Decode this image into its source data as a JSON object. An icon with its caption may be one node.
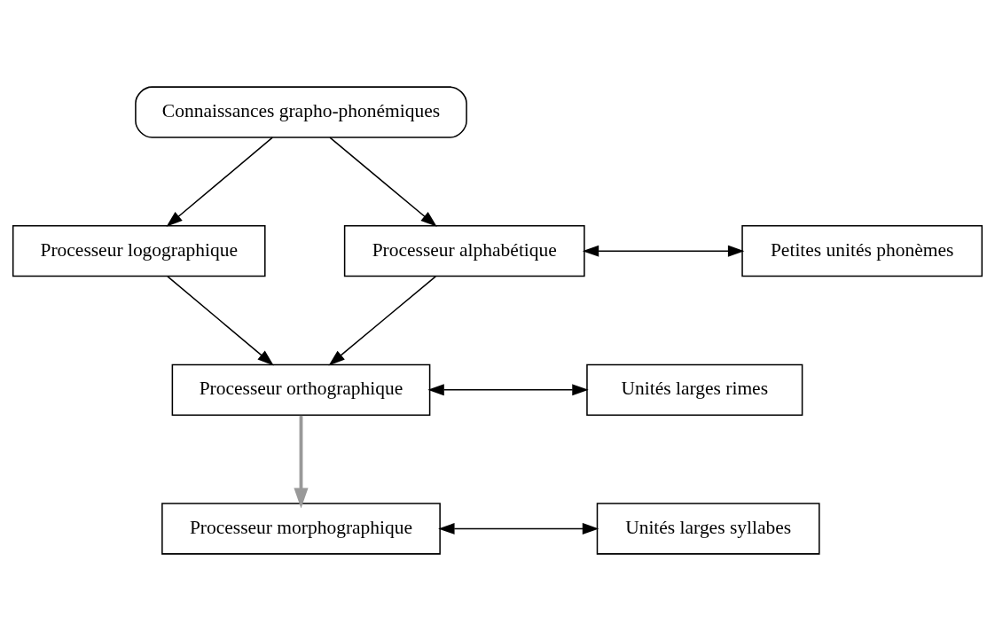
{
  "diagram": {
    "nodes": [
      {
        "text": [
          "Connaissances grapho-phonémiques"
        ]
      },
      {
        "text": [
          "Processeur logographique"
        ]
      },
      {
        "text": [
          "Processeur alphabétique"
        ]
      },
      {
        "text": [
          "Petites unités phonèmes"
        ]
      },
      {
        "text": [
          "Processeur orthographique"
        ]
      },
      {
        "text": [
          "Unités larges rimes"
        ]
      },
      {
        "text": [
          "Processeur morphographique"
        ]
      },
      {
        "text": [
          "Unités larges syllabes"
        ]
      }
    ],
    "edges": [
      {
        "from": 0,
        "to": 1,
        "arrow": "to"
      },
      {
        "from": 0,
        "to": 2,
        "arrow": "to"
      },
      {
        "from": 2,
        "to": 3,
        "arrow": "both"
      },
      {
        "from": 1,
        "to": 4,
        "arrow": "to"
      },
      {
        "from": 2,
        "to": 4,
        "arrow": "to"
      },
      {
        "from": 4,
        "to": 5,
        "arrow": "both"
      },
      {
        "from": 4,
        "to": 6,
        "arrow": "to",
        "style": "thick",
        "color": "#999999"
      },
      {
        "from": 6,
        "to": 7,
        "arrow": "both"
      }
    ]
  }
}
